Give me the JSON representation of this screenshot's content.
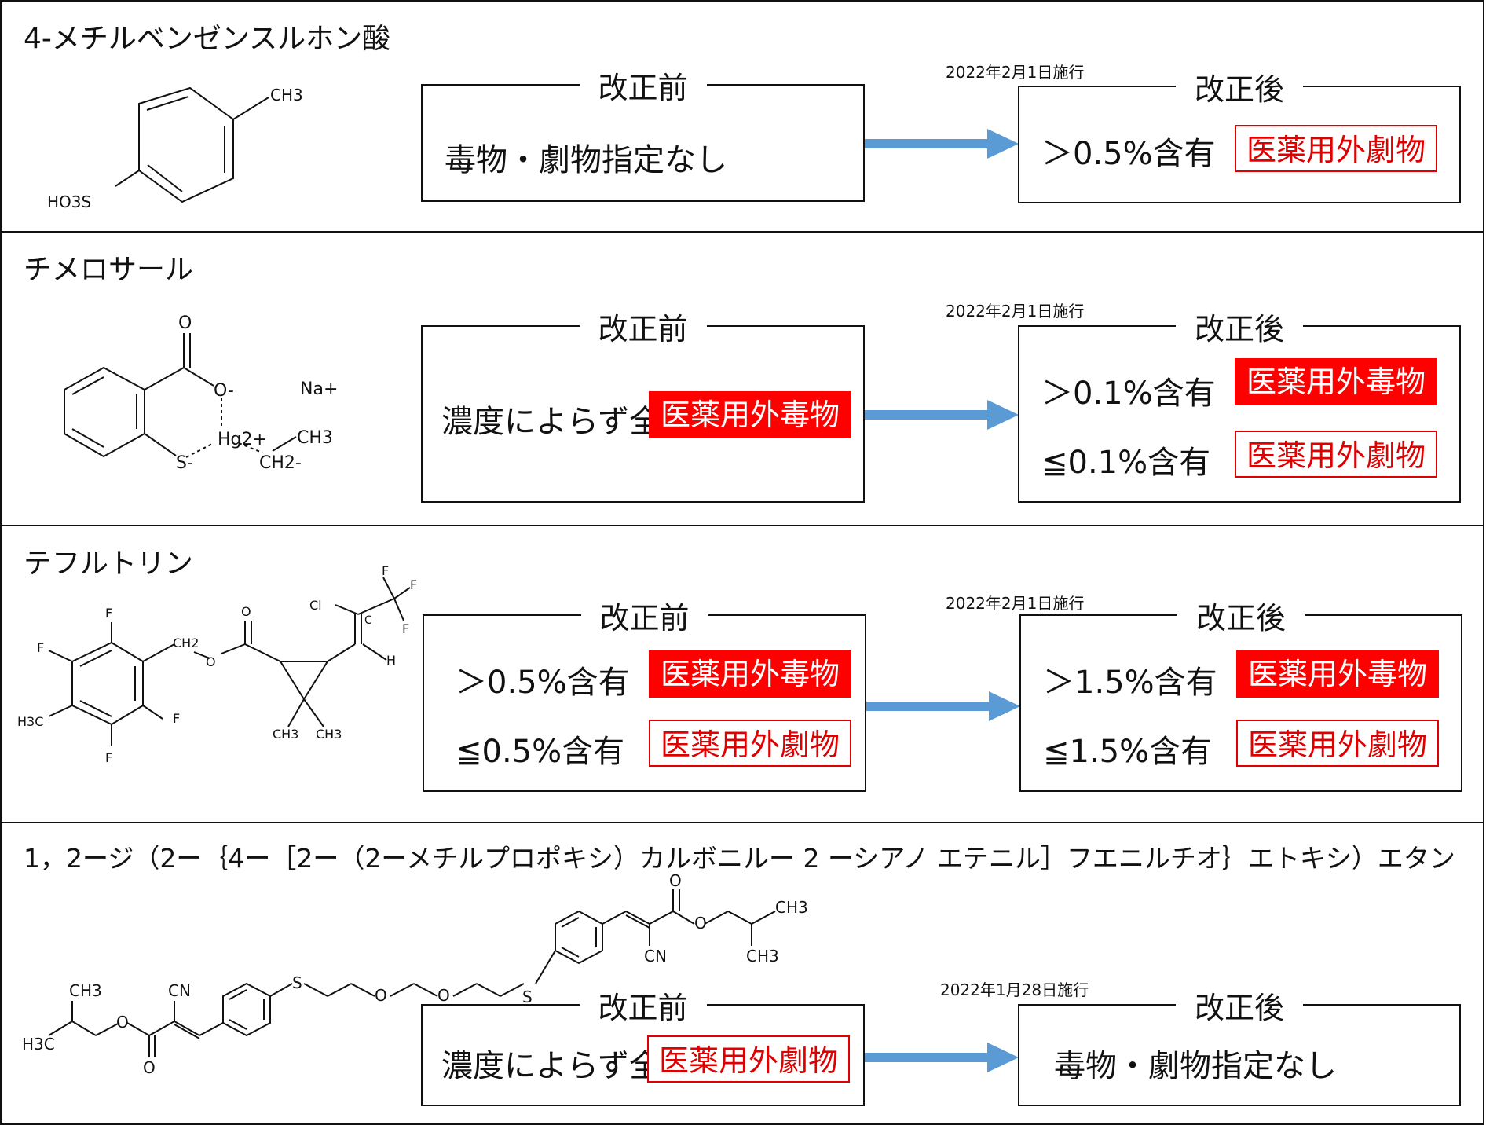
{
  "sections": [
    {
      "title": "4-メチルベンゼンスルホン酸",
      "before_label": "改正前",
      "before_text": "毒物・劇物指定なし",
      "date": "2022年2月1日施行",
      "after_label": "改正後",
      "after_row1": "＞0.5%含有",
      "after_tag1": "医薬用外劇物",
      "mol": {
        "ch3": "CH3",
        "ho3s": "HO3S"
      }
    },
    {
      "title": "チメロサール",
      "before_label": "改正前",
      "before_text": "濃度によらず全て",
      "before_tag": "医薬用外毒物",
      "date": "2022年2月1日施行",
      "after_label": "改正後",
      "after_row1": "＞0.1%含有",
      "after_tag1": "医薬用外毒物",
      "after_row2": "≦0.1%含有",
      "after_tag2": "医薬用外劇物",
      "mol": {
        "o": "O",
        "o_minus": "O-",
        "na": "Na+",
        "hg": "Hg2+",
        "s": "S-",
        "ch3": "CH3",
        "ch2": "CH2-"
      }
    },
    {
      "title": "テフルトリン",
      "before_label": "改正前",
      "before_row1": "＞0.5%含有",
      "before_tag1": "医薬用外毒物",
      "before_row2": "≦0.5%含有",
      "before_tag2": "医薬用外劇物",
      "date": "2022年2月1日施行",
      "after_label": "改正後",
      "after_row1": "＞1.5%含有",
      "after_tag1": "医薬用外毒物",
      "after_row2": "≦1.5%含有",
      "after_tag2": "医薬用外劇物",
      "mol": {
        "f": "F",
        "cl": "Cl",
        "h": "H",
        "h3c": "H3C",
        "ch2": "CH2",
        "o": "O",
        "ch3": "CH3",
        "c": "C"
      }
    },
    {
      "title": "1，2ージ（2ー｛4ー［2ー（2ーメチルプロポキシ）カルボニルー 2 ーシアノ エテニル］フエニルチオ｝エトキシ）エタン",
      "before_label": "改正前",
      "before_text": "濃度によらず全て",
      "before_tag": "医薬用外劇物",
      "date": "2022年1月28日施行",
      "after_label": "改正後",
      "after_text": "毒物・劇物指定なし",
      "mol": {
        "ch3": "CH3",
        "h3c": "H3C",
        "cn": "CN",
        "o": "O",
        "s": "S"
      }
    }
  ],
  "colors": {
    "arrow": "#5b9bd5",
    "red": "#ff0000",
    "border": "#111111"
  }
}
